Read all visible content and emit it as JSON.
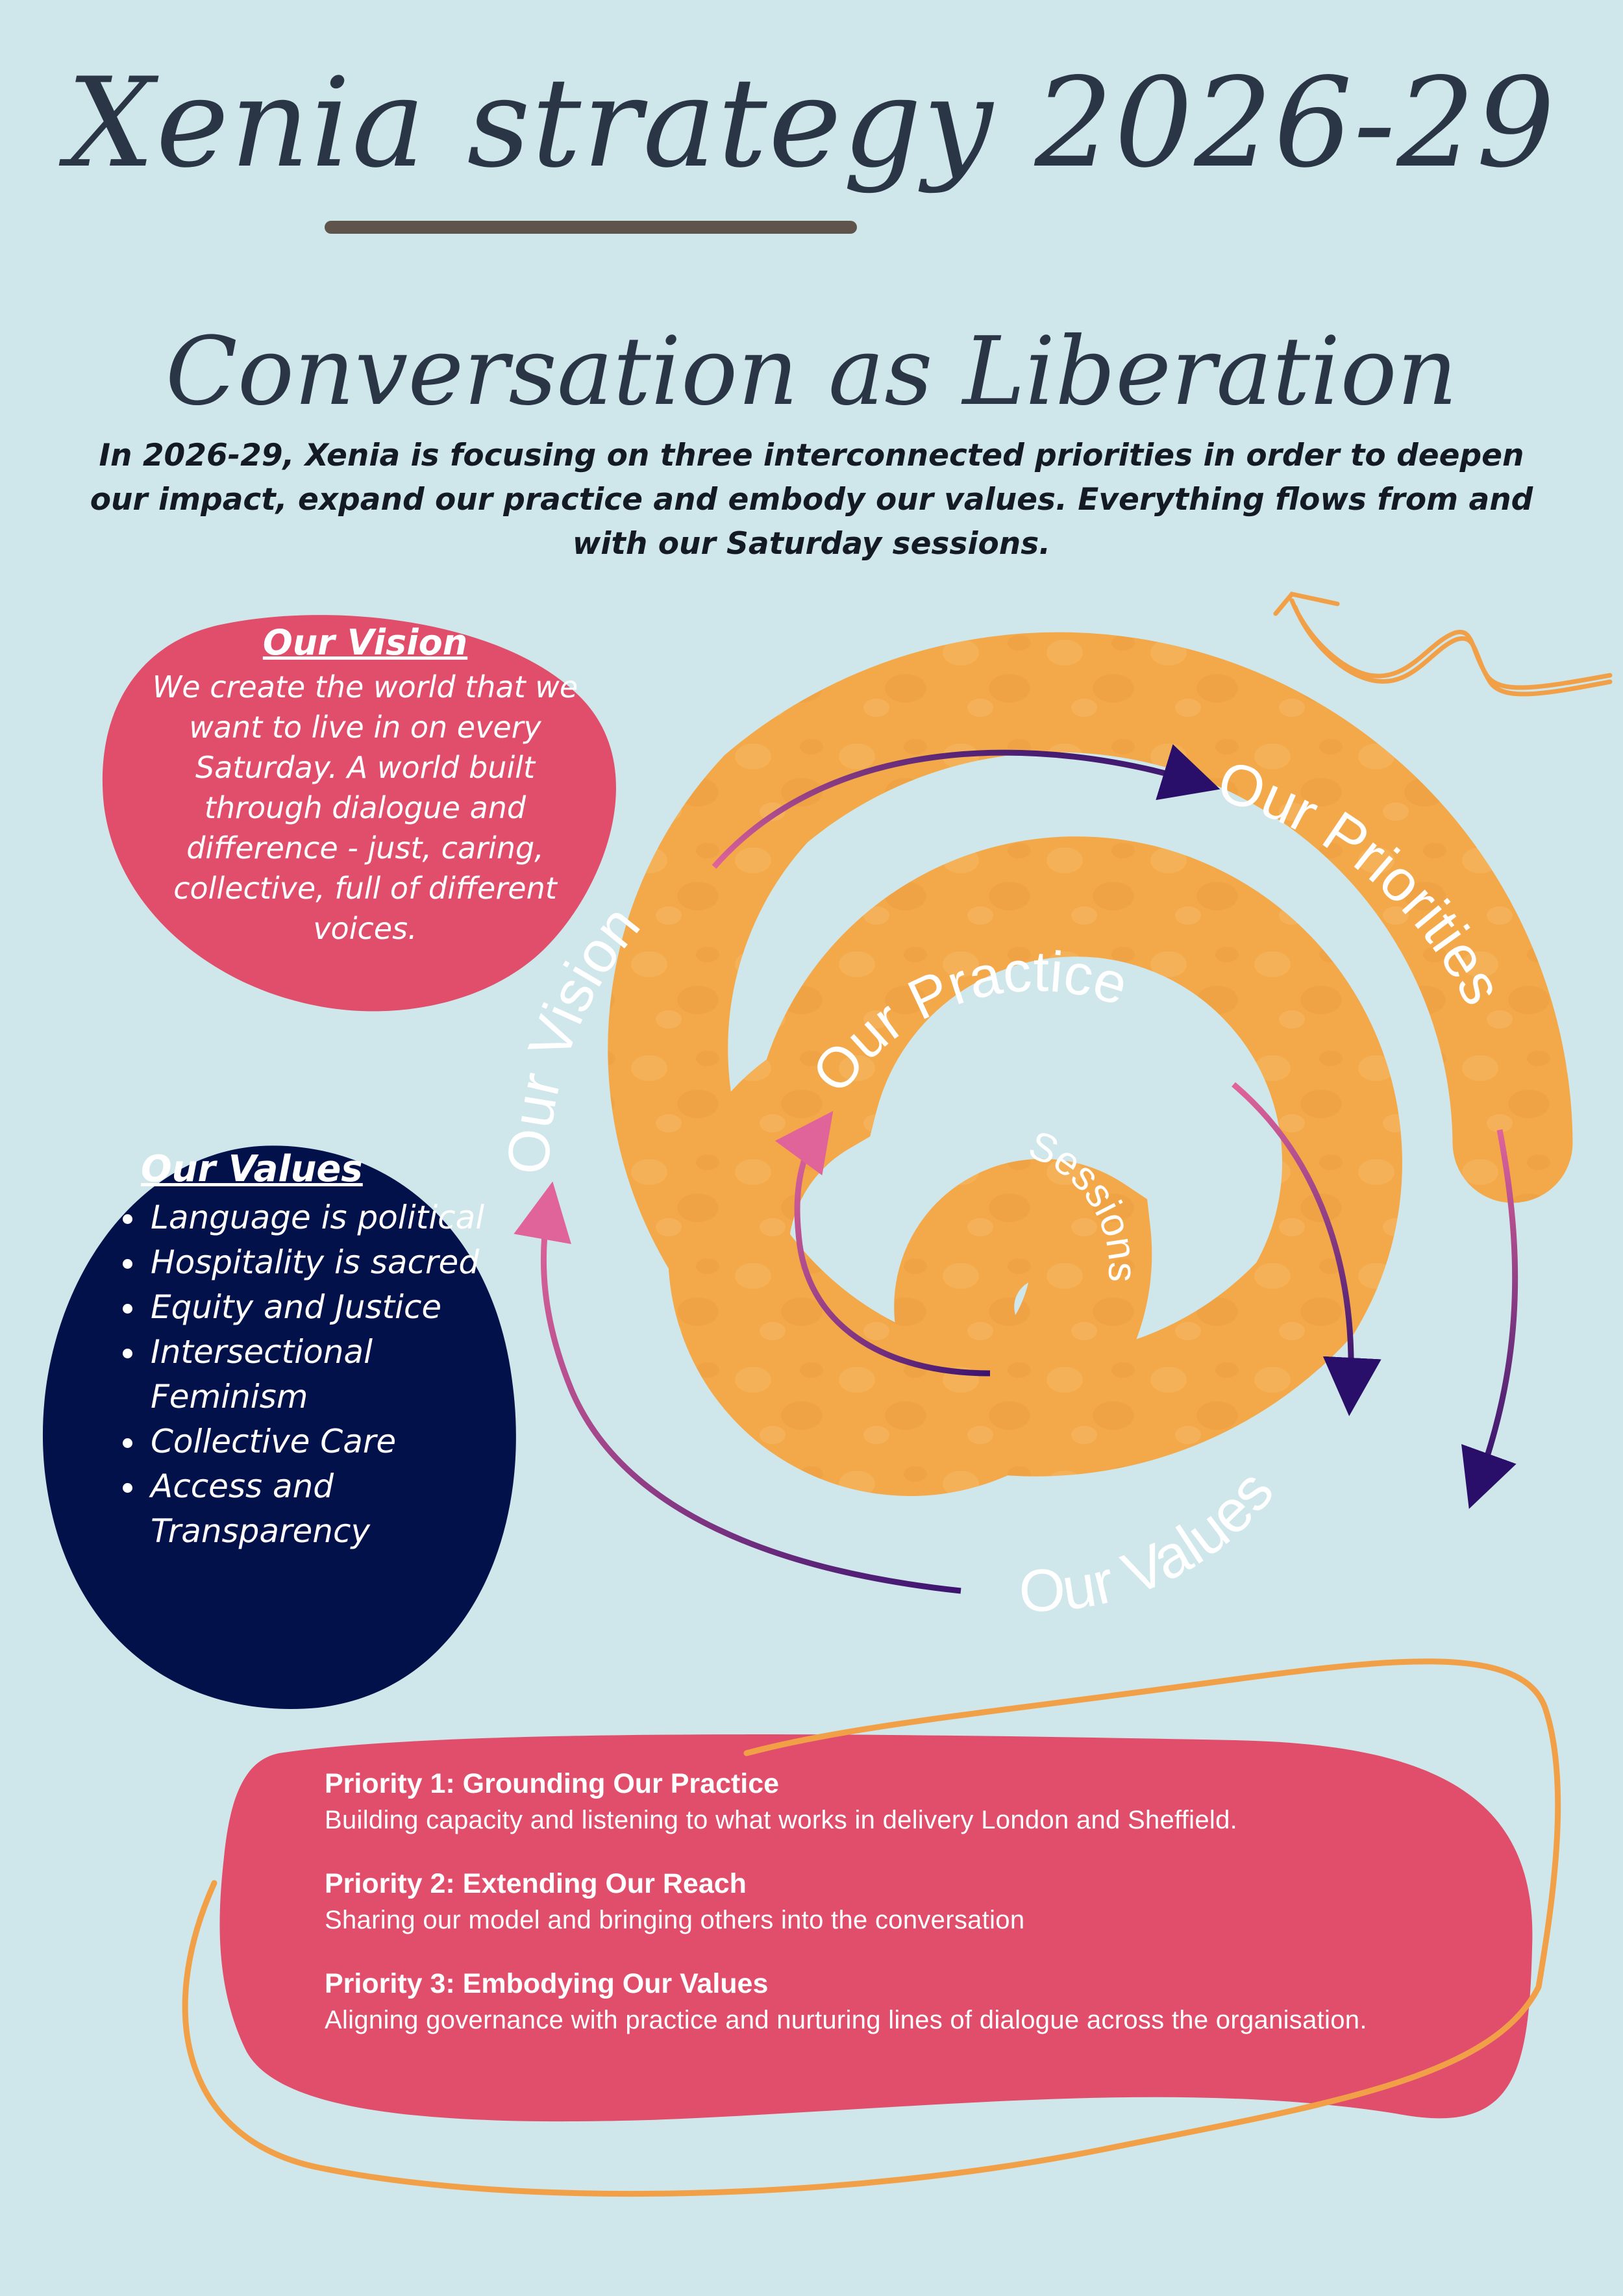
{
  "header": {
    "title": "Xenia strategy 2026-29",
    "subtitle": "Conversation as Liberation",
    "intro": "In 2026-29, Xenia is focusing on three interconnected priorities in order to deepen our impact, expand our practice and embody our values. Everything flows from and with our Saturday sessions."
  },
  "vision": {
    "heading": "Our Vision",
    "body": "We create the world that we want to live in on every Saturday. A world built through dialogue and difference - just, caring, collective, full of different voices."
  },
  "values": {
    "heading": "Our Values",
    "items": [
      "Language is political",
      "Hospitality is sacred",
      "Equity and Justice",
      "Intersectional Feminism",
      "Collective Care",
      "Access and Transparency"
    ]
  },
  "spiral": {
    "labels": {
      "vision": "Our Vision",
      "priorities": "Our Priorities",
      "practice": "Our Practice",
      "sessions": "Sessions",
      "values": "Our Values"
    }
  },
  "priorities": [
    {
      "title": "Priority 1: Grounding Our Practice",
      "body": "Building capacity and listening to what works in delivery London and Sheffield."
    },
    {
      "title": "Priority 2: Extending Our Reach",
      "body": "Sharing our model and bringing others into the conversation"
    },
    {
      "title": "Priority 3: Embodying Our Values",
      "body": "Aligning governance with practice and nurturing lines of dialogue across the organisation."
    }
  ],
  "colors": {
    "background": "#cfe7ea",
    "pink": "#e04e6c",
    "navy": "#03114a",
    "orange": "#f3a84a",
    "text_dark": "#253041",
    "arrow_purple": "#3b1470",
    "arrow_pink": "#e0649a"
  }
}
